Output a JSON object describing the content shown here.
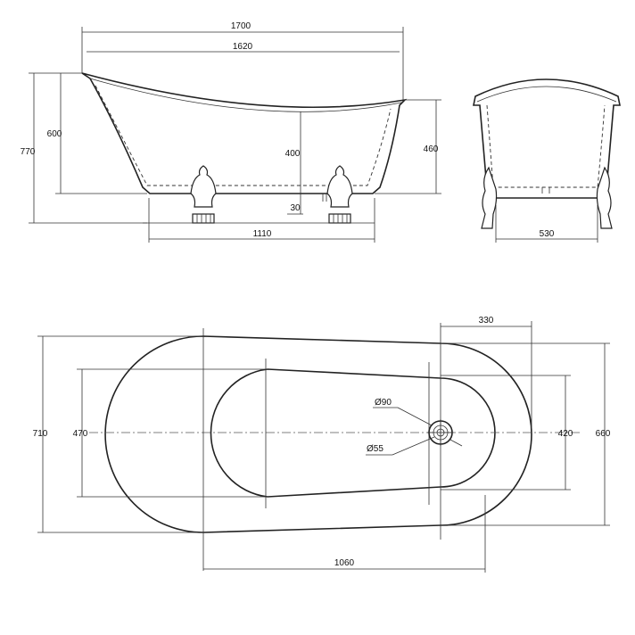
{
  "side_view": {
    "dim_overall_length": "1700",
    "dim_inner_length": "1620",
    "dim_total_height": "770",
    "dim_floor_to_rim": "600",
    "dim_depth": "400",
    "dim_foot_height": "30",
    "dim_end_height": "460",
    "dim_feet_span": "1110"
  },
  "end_view": {
    "dim_width": "530"
  },
  "top_view": {
    "dim_outer_width": "710",
    "dim_inner_width_head": "470",
    "dim_inner_width_foot": "420",
    "dim_outer_width_foot": "660",
    "dim_drain_offset": "330",
    "dim_drain_outer_diameter": "Ø90",
    "dim_drain_inner_diameter": "Ø55",
    "dim_interior_length": "1060"
  }
}
